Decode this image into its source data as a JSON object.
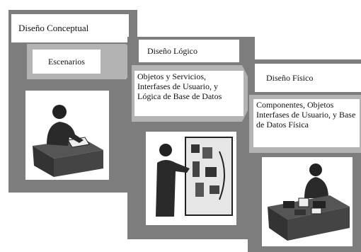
{
  "stages": [
    {
      "title": "Diseño Conceptual",
      "subtitle": "Escenarios",
      "figure": "person-writing-at-desk-icon"
    },
    {
      "title": "Diseño Lógico",
      "subtitle": "Objetos y Servicios, Interfases de Usuario, y Lógica de Base de Datos",
      "figure": "person-presenting-board-icon"
    },
    {
      "title": "Diseño Físico",
      "subtitle": "Componentes, Objetos Interfases de Usuario, y Base de Datos Física",
      "figure": "person-working-at-desk-icon"
    }
  ],
  "colors": {
    "panel": "#7d7d7d",
    "arrow": "#b3b3b3",
    "box": "#ffffff"
  }
}
